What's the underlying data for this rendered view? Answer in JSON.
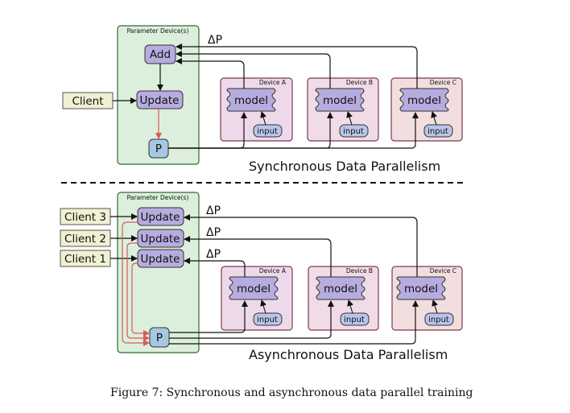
{
  "colors": {
    "param_fill": "#dcefdc",
    "param_stroke": "#2f6b2f",
    "dev_a_fill": "#eed9ea",
    "dev_b_fill": "#f1dbe6",
    "dev_c_fill": "#f2dede",
    "dev_stroke": "#7a3a55",
    "op_fill": "#b7acdf",
    "p_fill": "#a7c6e2",
    "client_fill": "#f0f0d2",
    "input_fill": "#b9c6ea",
    "red_arrow": "#d85a5a"
  },
  "sync": {
    "param_label": "Parameter Device(s)",
    "add_label": "Add",
    "update_label": "Update",
    "p_label": "P",
    "client_label": "Client",
    "delta_label": "ΔP",
    "devices": [
      {
        "label": "Device A",
        "model": "model",
        "input": "input"
      },
      {
        "label": "Device B",
        "model": "model",
        "input": "input"
      },
      {
        "label": "Device C",
        "model": "model",
        "input": "input"
      }
    ],
    "title": "Synchronous Data Parallelism"
  },
  "async": {
    "param_label": "Parameter Device(s)",
    "clients": [
      "Client 3",
      "Client 2",
      "Client 1"
    ],
    "update_label": "Update",
    "p_label": "P",
    "delta_labels": [
      "ΔP",
      "ΔP",
      "ΔP"
    ],
    "devices": [
      {
        "label": "Device A",
        "model": "model",
        "input": "input"
      },
      {
        "label": "Device B",
        "model": "model",
        "input": "input"
      },
      {
        "label": "Device C",
        "model": "model",
        "input": "input"
      }
    ],
    "title": "Asynchronous Data Parallelism"
  },
  "caption": "Figure 7: Synchronous and asynchronous data parallel training"
}
